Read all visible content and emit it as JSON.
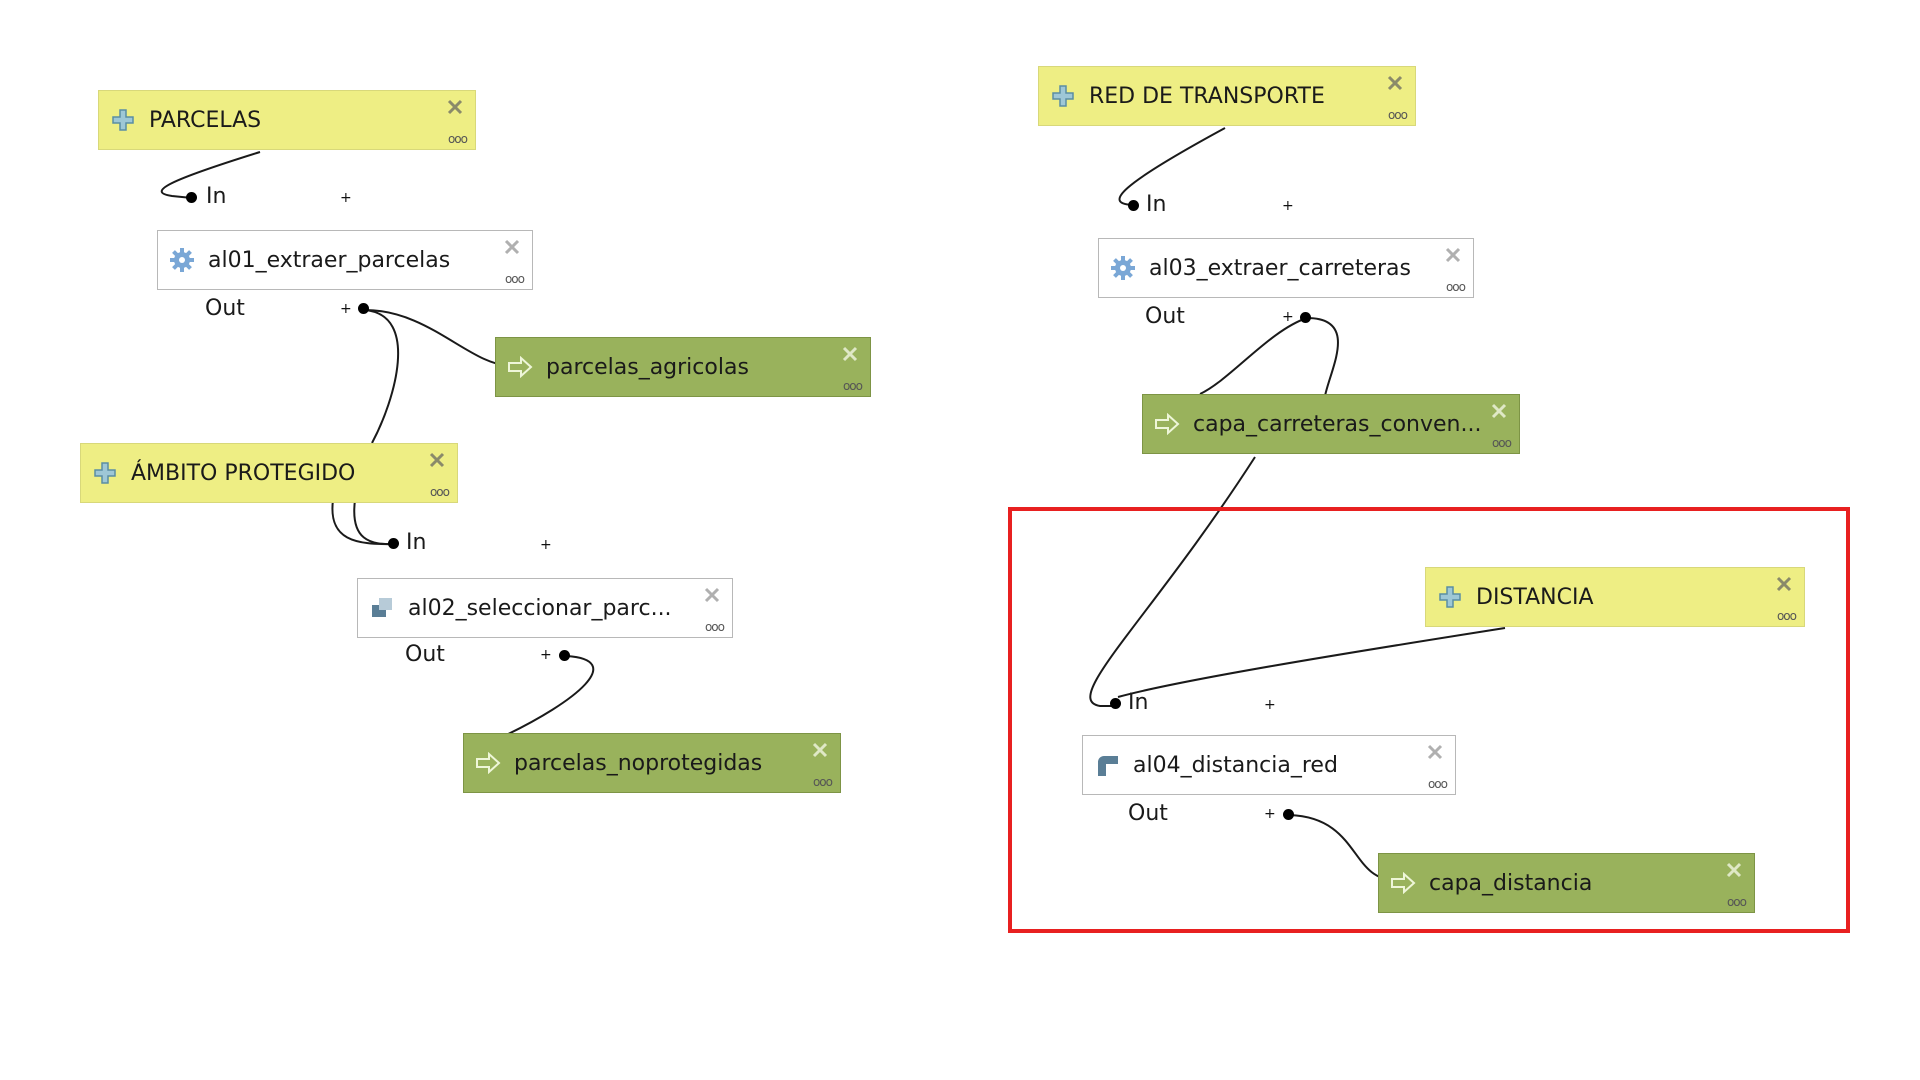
{
  "inputs": [
    {
      "label": "PARCELAS"
    },
    {
      "label": "ÁMBITO PROTEGIDO"
    },
    {
      "label": "RED DE TRANSPORTE"
    },
    {
      "label": "DISTANCIA"
    }
  ],
  "algorithms": [
    {
      "label": "al01_extraer_parcelas",
      "icon": "gear-icon"
    },
    {
      "label": "al02_seleccionar_parc...",
      "icon": "vector-select-icon"
    },
    {
      "label": "al03_extraer_carreteras",
      "icon": "gear-icon"
    },
    {
      "label": "al04_distancia_red",
      "icon": "raster-distance-icon"
    }
  ],
  "outputs": [
    {
      "label": "parcelas_agricolas"
    },
    {
      "label": "parcelas_noprotegidas"
    },
    {
      "label": "capa_carreteras_conven..."
    },
    {
      "label": "capa_distancia"
    }
  ],
  "ports": {
    "in": "In",
    "out": "Out",
    "plus": "+"
  },
  "colors": {
    "input_bg": "#eeee84",
    "output_bg": "#99b25c",
    "algorithm_bg": "#ffffff",
    "highlight_frame": "#e82020"
  }
}
